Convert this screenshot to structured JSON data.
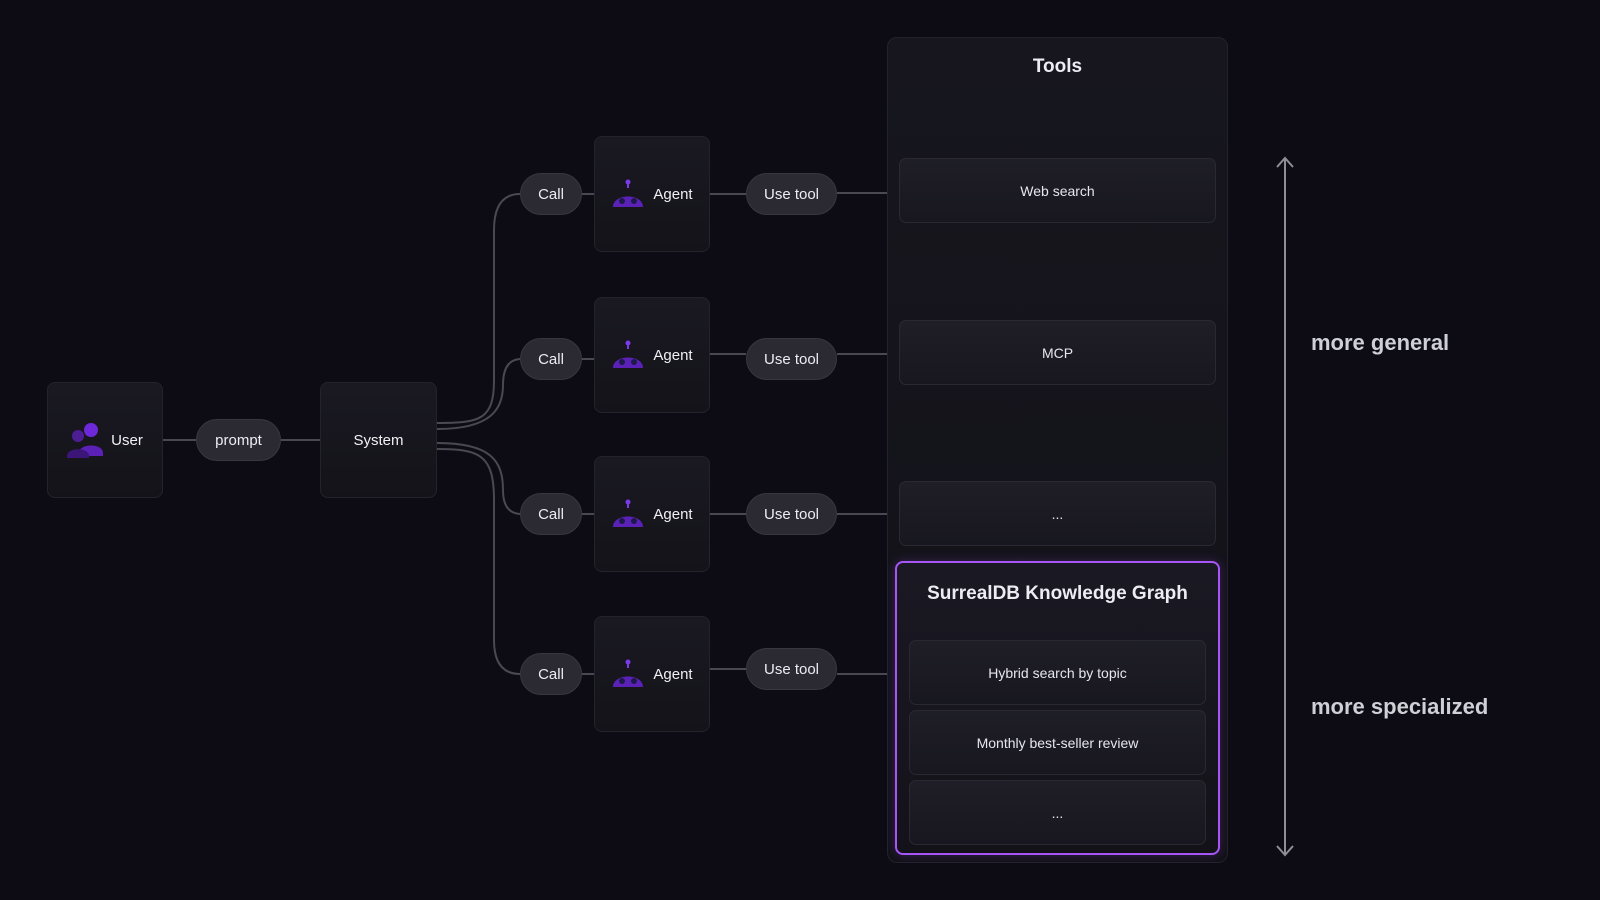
{
  "user": {
    "label": "User"
  },
  "prompt": {
    "label": "prompt"
  },
  "system": {
    "label": "System"
  },
  "branches": [
    {
      "call": "Call",
      "agent": "Agent",
      "use_tool": "Use tool"
    },
    {
      "call": "Call",
      "agent": "Agent",
      "use_tool": "Use tool"
    },
    {
      "call": "Call",
      "agent": "Agent",
      "use_tool": "Use tool"
    },
    {
      "call": "Call",
      "agent": "Agent",
      "use_tool": "Use tool"
    }
  ],
  "tools": {
    "title": "Tools",
    "items": [
      "Web search",
      "MCP",
      "..."
    ],
    "knowledge_graph": {
      "title": "SurrealDB Knowledge Graph",
      "items": [
        "Hybrid search by topic",
        "Monthly best-seller review",
        "..."
      ]
    }
  },
  "scale": {
    "top": "more general",
    "bottom": "more specialized"
  },
  "colors": {
    "accent": "#a855f7",
    "icon": "#5b21b6",
    "background": "#0d0c14"
  }
}
